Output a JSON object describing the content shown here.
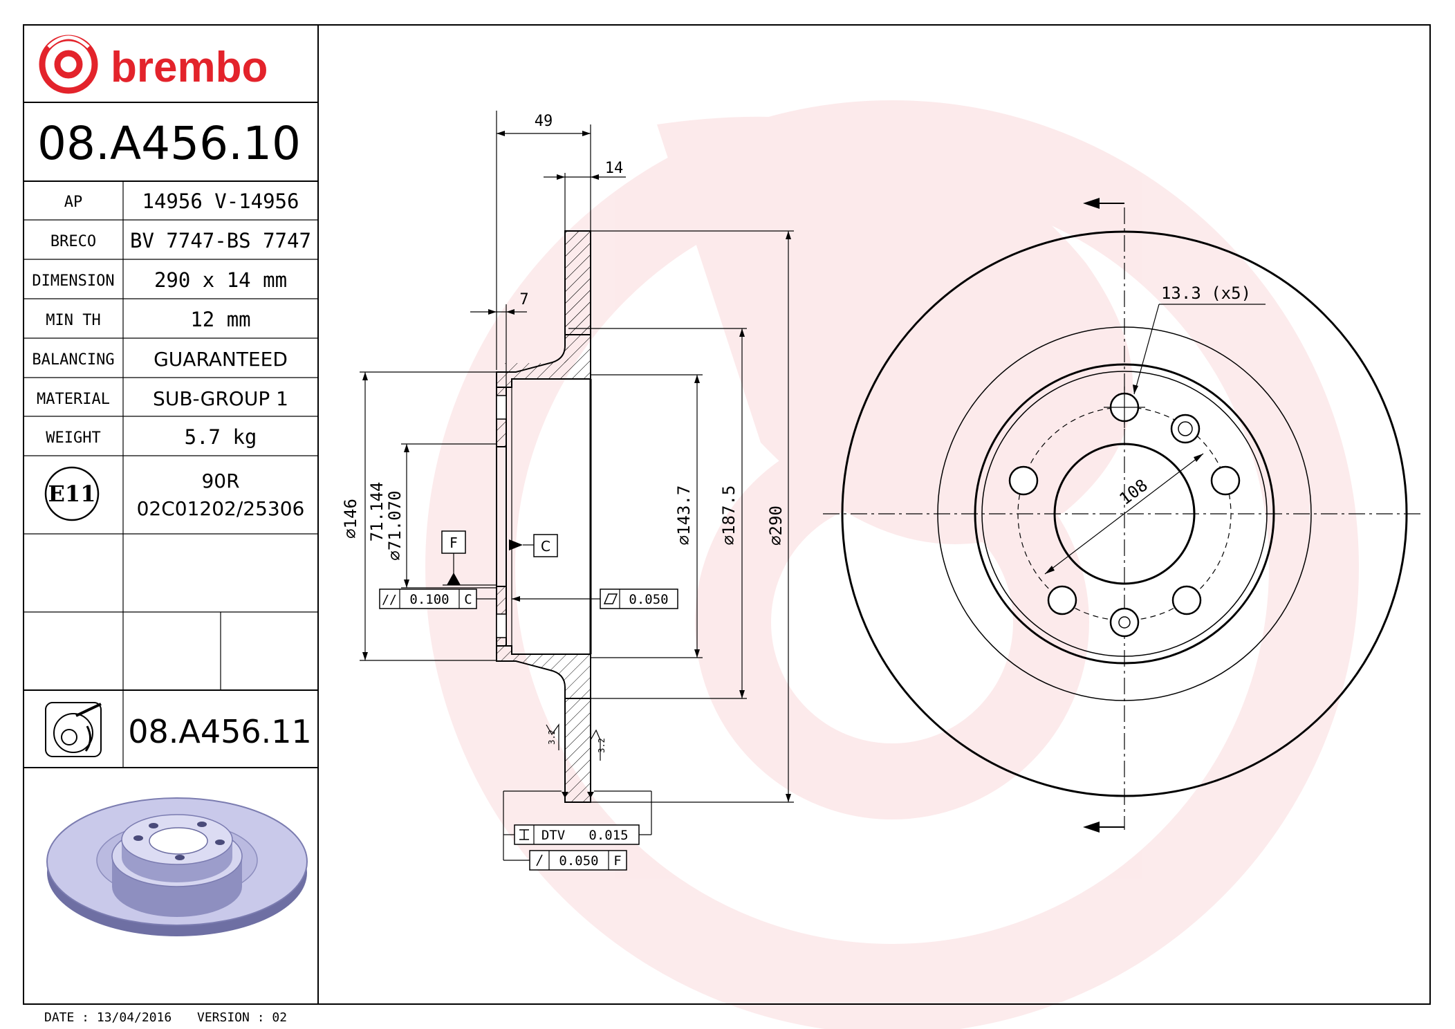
{
  "brand": {
    "name": "brembo",
    "color": "#e3232b"
  },
  "part_number": "08.A456.10",
  "specs": [
    {
      "label": "AP",
      "value": "14956 V-14956"
    },
    {
      "label": "BRECO",
      "value": "BV 7747-BS 7747"
    },
    {
      "label": "DIMENSION",
      "value": "290 x 14 mm"
    },
    {
      "label": "MIN TH",
      "value": "12 mm"
    },
    {
      "label": "BALANCING",
      "value": "GUARANTEED"
    },
    {
      "label": "MATERIAL",
      "value": "SUB-GROUP 1"
    },
    {
      "label": "WEIGHT",
      "value": "5.7 kg"
    }
  ],
  "approval": {
    "mark": "E11",
    "regulation": "90R",
    "number": "02C01202/25306"
  },
  "alt_part_number": "08.A456.11",
  "footer": {
    "date_label": "DATE : 13/04/2016",
    "version_label": "VERSION : 02"
  },
  "dimensions": {
    "overall_height": "49",
    "disc_thickness": "14",
    "hub_offset": "7",
    "dia_146": "146",
    "dia_hub_top": "71.144",
    "dia_hub_bottom": "71.070",
    "dia_143_7": "143.7",
    "dia_187_5": "187.5",
    "dia_290": "290",
    "hole_label": "13.3 (x5)",
    "pcd": "108",
    "roughness": "3.2"
  },
  "tolerances": {
    "datum_f": "F",
    "datum_c": "C",
    "parallelism": "0.100",
    "parallelism_ref": "C",
    "flatness": "0.050",
    "dtv_label": "DTV",
    "dtv_value": "0.015",
    "runout": "0.050",
    "runout_ref": "F"
  }
}
